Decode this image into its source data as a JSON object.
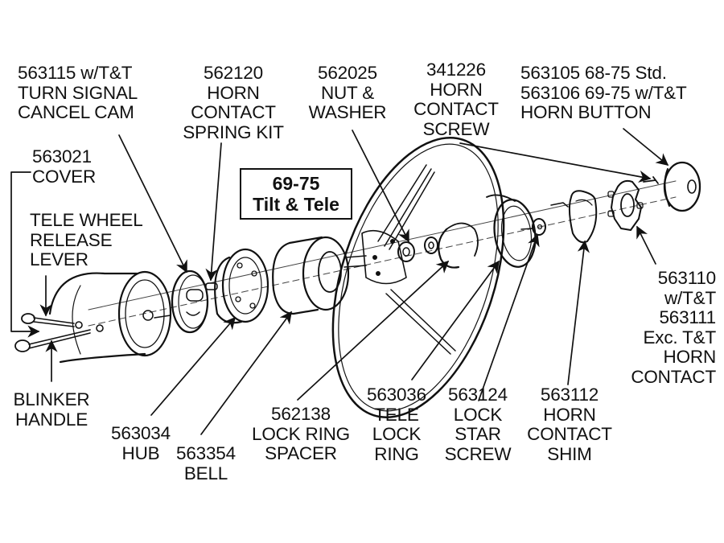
{
  "diagram": {
    "title_badge": {
      "line1": "69-75",
      "line2": "Tilt & Tele"
    },
    "ink_color": "#111111",
    "background_color": "#ffffff",
    "labels": {
      "cancel_cam": [
        "563115  w/T&T",
        "TURN SIGNAL",
        "CANCEL CAM"
      ],
      "spring_kit": [
        "562120",
        "HORN",
        "CONTACT",
        "SPRING KIT"
      ],
      "nut_washer": [
        "562025",
        "NUT &",
        "WASHER"
      ],
      "contact_screw": [
        "341226",
        "HORN",
        "CONTACT",
        "SCREW"
      ],
      "horn_button": [
        "563105  68-75  Std.",
        "563106  69-75 w/T&T",
        "HORN BUTTON"
      ],
      "cover": [
        "563021",
        "COVER"
      ],
      "release_lever": [
        "TELE WHEEL",
        "RELEASE",
        "LEVER"
      ],
      "horn_contact": [
        "563110",
        "w/T&T",
        "563111",
        "Exc. T&T",
        "HORN",
        "CONTACT"
      ],
      "blinker": [
        "BLINKER",
        "HANDLE"
      ],
      "hub": [
        "563034",
        "HUB"
      ],
      "bell": [
        "563354",
        "BELL"
      ],
      "spacer": [
        "562138",
        "LOCK RING",
        "SPACER"
      ],
      "lock_ring": [
        "563036",
        "TELE",
        "LOCK",
        "RING"
      ],
      "star_screw": [
        "563124",
        "LOCK",
        "STAR",
        "SCREW"
      ],
      "shim": [
        "563112",
        "HORN",
        "CONTACT",
        "SHIM"
      ]
    },
    "parts": [
      "turn-signal-cancel-cam",
      "horn-contact-spring-kit",
      "nut-and-washer",
      "horn-contact-screw",
      "horn-button",
      "cover",
      "tele-wheel-release-lever",
      "horn-contact",
      "blinker-handle",
      "hub",
      "bell",
      "lock-ring-spacer",
      "tele-lock-ring",
      "lock-star-screw",
      "horn-contact-shim",
      "steering-wheel"
    ]
  }
}
